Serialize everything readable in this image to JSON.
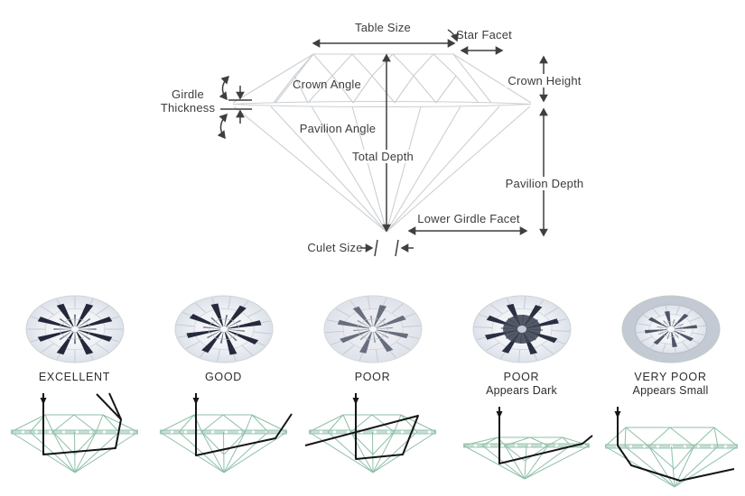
{
  "anatomy": {
    "labels": {
      "table_size": "Table Size",
      "star_facet": "Star Facet",
      "crown_angle": "Crown Angle",
      "crown_height": "Crown Height",
      "girdle_line1": "Girdle",
      "girdle_line2": "Thickness",
      "pavilion_angle": "Pavilion Angle",
      "total_depth": "Total Depth",
      "pavilion_depth": "Pavilion Depth",
      "lower_girdle_facet": "Lower Girdle Facet",
      "culet_size": "Culet Size"
    }
  },
  "grades": [
    {
      "label": "EXCELLENT",
      "sublabel": ""
    },
    {
      "label": "GOOD",
      "sublabel": ""
    },
    {
      "label": "POOR",
      "sublabel": ""
    },
    {
      "label": "POOR",
      "sublabel": "Appears Dark"
    },
    {
      "label": "VERY POOR",
      "sublabel": "Appears Small"
    }
  ],
  "colors": {
    "annotation": "#3f3f3f",
    "wire_gray": "#cbcfd3",
    "wire_teal": "#8fbfa9",
    "light_path": "#151515",
    "gem_darks": [
      "#23283a",
      "#252a3c",
      "#5a6170",
      "#2a2f41",
      "#474d5e"
    ]
  }
}
